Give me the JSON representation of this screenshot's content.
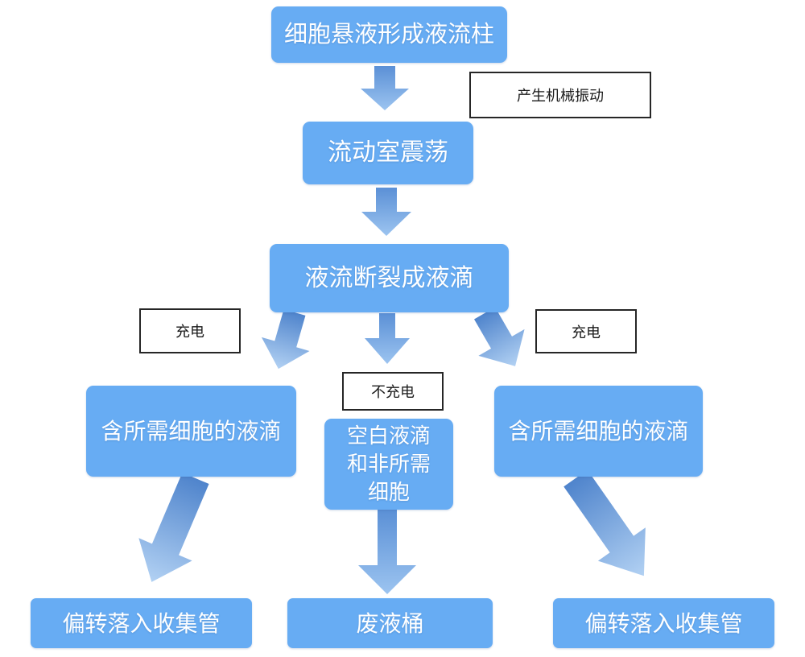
{
  "nodes": {
    "step1": {
      "label": "细胞悬液形成液流柱"
    },
    "step2": {
      "label": "流动室震荡"
    },
    "step3": {
      "label": "液流断裂成液滴"
    },
    "mid_left": {
      "label": "含所需细胞的液滴"
    },
    "mid_center": {
      "label": "空白液滴和非所需细胞",
      "lines": [
        "空白液滴",
        "和非所需",
        "细胞"
      ]
    },
    "mid_right": {
      "label": "含所需细胞的液滴"
    },
    "bottom_left": {
      "label": "偏转落入收集管"
    },
    "bottom_center": {
      "label": "废液桶"
    },
    "bottom_right": {
      "label": "偏转落入收集管"
    }
  },
  "labels": {
    "vibration": "产生机械振动",
    "charge_left": "充电",
    "charge_right": "充电",
    "no_charge": "不充电"
  },
  "colors": {
    "node_fill": "#67acf3",
    "node_text": "#ffffff",
    "label_border": "#262626",
    "label_text": "#1a1a1a",
    "background": "#ffffff",
    "arrow_dark": "#5b90d6",
    "arrow_light": "#9cc4f0",
    "arrow_dark2": "#4f84cc",
    "arrow_light2": "#b2d1f3"
  }
}
